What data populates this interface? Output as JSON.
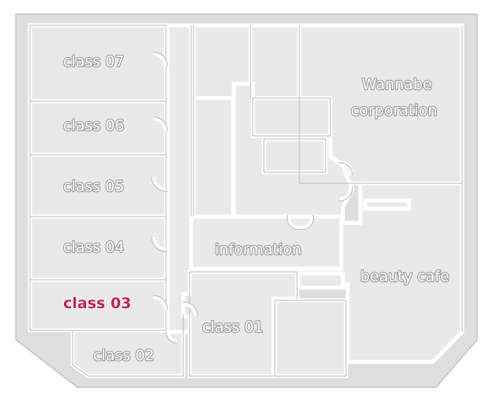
{
  "rooms": {
    "class07": "class 07",
    "class06": "class 06",
    "class05": "class 05",
    "class04": "class 04",
    "class03": "class 03",
    "class02": "class 02",
    "class01": "class 01",
    "wannabe_line1": "Wannabe",
    "wannabe_line2": "corporation",
    "information": "information",
    "beauty_cafe": "beauty cafe"
  },
  "selected_room": "class 03",
  "colors": {
    "selected": "#c2224e",
    "label": "#ffffff",
    "floor": "#e9e9e9",
    "outline": "#b9b9b9"
  }
}
